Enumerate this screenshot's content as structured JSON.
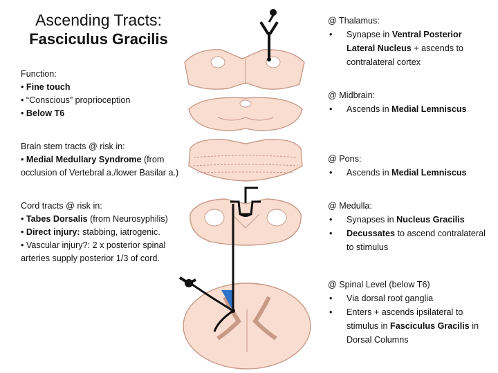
{
  "title": {
    "line1": "Ascending Tracts:",
    "line2": "Fasciculus Gracilis"
  },
  "function_block": {
    "heading": "Function:",
    "items": [
      "Fine touch",
      "“Conscious” proprioception",
      "Below T6"
    ]
  },
  "brainstem_block": {
    "heading": "Brain stem tracts @ risk in:",
    "bullet_bold": "Medial Medullary Syndrome",
    "bullet_rest": " (from occlusion of Vertebral a./lower Basilar a.)"
  },
  "cord_block": {
    "heading": "Cord tracts @ risk in:",
    "item1_bold": "Tabes Dorsalis",
    "item1_rest": " (from Neurosyphilis)",
    "item2_bold": "Direct injury:",
    "item2_rest": " stabbing, iatrogenic.",
    "item3": "Vascular injury?: 2 x posterior spinal arteries supply posterior 1/3 of cord."
  },
  "thalamus": {
    "heading": "@ Thalamus:",
    "pre": "Synapse in ",
    "bold": "Ventral Posterior Lateral Nucleus",
    "post": " + ascends to contralateral cortex"
  },
  "midbrain": {
    "heading": "@ Midbrain:",
    "pre": "Ascends in ",
    "bold": "Medial Lemniscus"
  },
  "pons": {
    "heading": "@ Pons:",
    "pre": "Ascends in ",
    "bold": "Medial Lemniscus"
  },
  "medulla": {
    "heading": "@ Medulla:",
    "item1_pre": "Synapses in ",
    "item1_bold": "Nucleus Gracilis",
    "item2_bold": "Decussates",
    "item2_rest": " to ascend contralateral to stimulus"
  },
  "spinal": {
    "heading": "@ Spinal Level (below T6)",
    "item1": "Via dorsal root ganglia",
    "item2_pre": "Enters + ascends ipsilateral to stimulus in ",
    "item2_bold": "Fasciculus Gracilis",
    "item2_post": " in Dorsal Columns"
  },
  "colors": {
    "tissue": "#f9ddd0",
    "outline": "#c89a88",
    "pathway": "#111111",
    "highlight": "#2f73c9"
  }
}
